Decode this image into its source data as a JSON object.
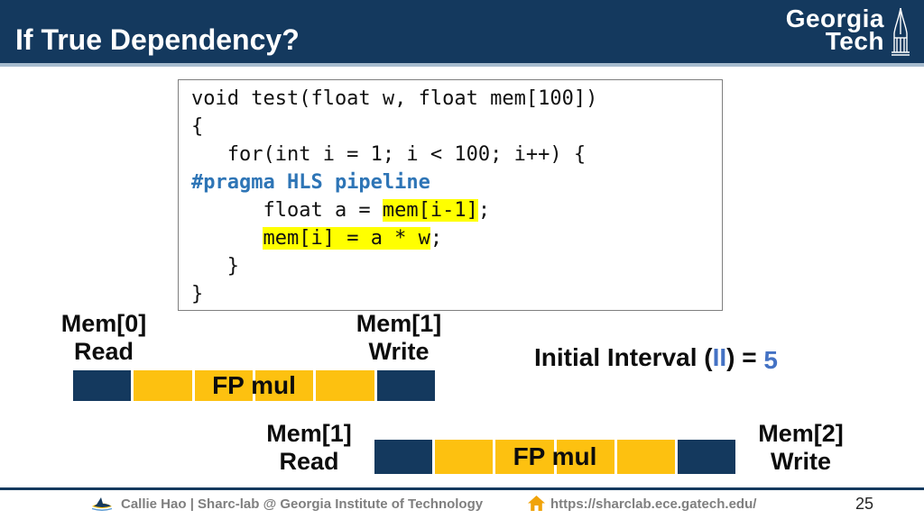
{
  "header": {
    "title": "If True Dependency?",
    "logo": {
      "line1": "Georgia",
      "line2": "Tech"
    }
  },
  "code": {
    "lines": [
      [
        {
          "t": "void test(float w, float mem[100])"
        }
      ],
      [
        {
          "t": "{"
        }
      ],
      [
        {
          "t": "   for(int i = 1; i < 100; i++) {"
        }
      ],
      [
        {
          "t": "#pragma HLS pipeline",
          "c": "pragma"
        }
      ],
      [
        {
          "t": "      float a = "
        },
        {
          "t": "mem[i-1]",
          "c": "hl"
        },
        {
          "t": ";"
        }
      ],
      [
        {
          "t": "      "
        },
        {
          "t": "mem[i] = a * w",
          "c": "hl"
        },
        {
          "t": ";"
        }
      ],
      [
        {
          "t": "   }"
        }
      ],
      [
        {
          "t": "}"
        }
      ]
    ]
  },
  "pipeline": {
    "bar1": {
      "cells": [
        "navy",
        "gold",
        "gold",
        "gold",
        "gold",
        "navy"
      ],
      "label": "FP mul",
      "start_label": {
        "line1": "Mem[0]",
        "line2": "Read"
      },
      "end_label": {
        "line1": "Mem[1]",
        "line2": "Write"
      }
    },
    "bar2": {
      "cells": [
        "navy",
        "gold",
        "gold",
        "gold",
        "gold",
        "navy"
      ],
      "label": "FP mul",
      "start_label": {
        "line1": "Mem[1]",
        "line2": "Read"
      },
      "end_label": {
        "line1": "Mem[2]",
        "line2": "Write"
      }
    },
    "interval": {
      "prefix": "Initial Interval (",
      "ii": "II",
      "mid": ") = ",
      "value": "5"
    }
  },
  "footer": {
    "credit": "Callie Hao | Sharc-lab @ Georgia Institute of Technology",
    "url": "https://sharclab.ece.gatech.edu/",
    "page": "25"
  },
  "colors": {
    "navy": "#14395E",
    "gold": "#FDC110",
    "pragma_blue": "#2E75B6",
    "accent_blue": "#4472C4",
    "highlight": "#FFFF00",
    "footer_gray": "#7F7F7F"
  }
}
